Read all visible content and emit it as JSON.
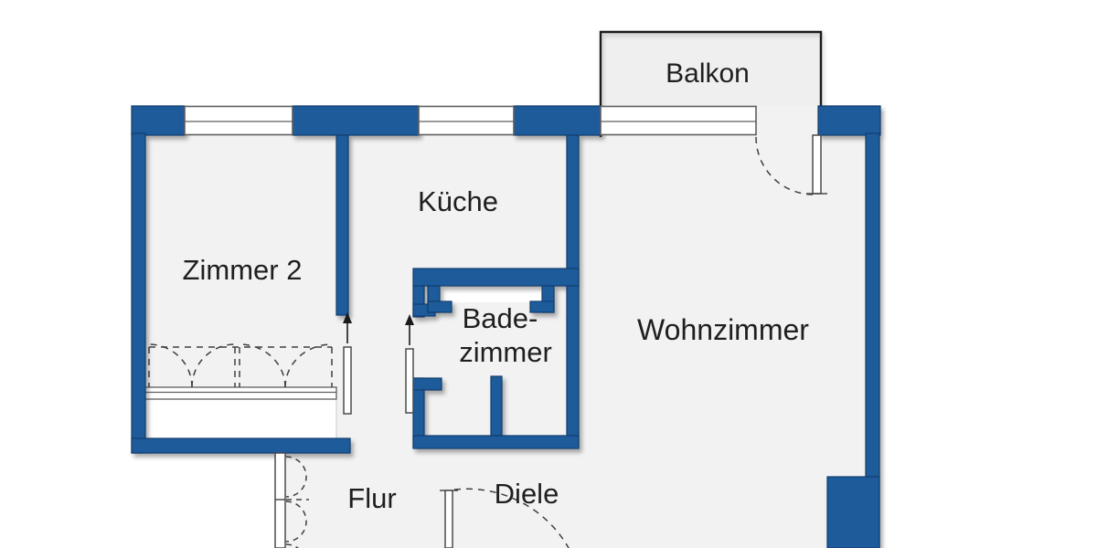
{
  "floorplan": {
    "type": "apartment-floor-plan",
    "labels": {
      "balkon": "Balkon",
      "zimmer2": "Zimmer 2",
      "kueche": "Küche",
      "badezimmer_line1": "Bade-",
      "badezimmer_line2": "zimmer",
      "wohnzimmer": "Wohnzimmer",
      "flur": "Flur",
      "diele": "Diele"
    },
    "colors": {
      "wall": "#1d5b9b",
      "wall_edge": "#123e6d",
      "room_fill": "#f2f2f2",
      "balcony_fill": "#efefef",
      "outside": "#ffffff",
      "line": "#4a4a4a",
      "text": "#1f1f1f"
    }
  }
}
